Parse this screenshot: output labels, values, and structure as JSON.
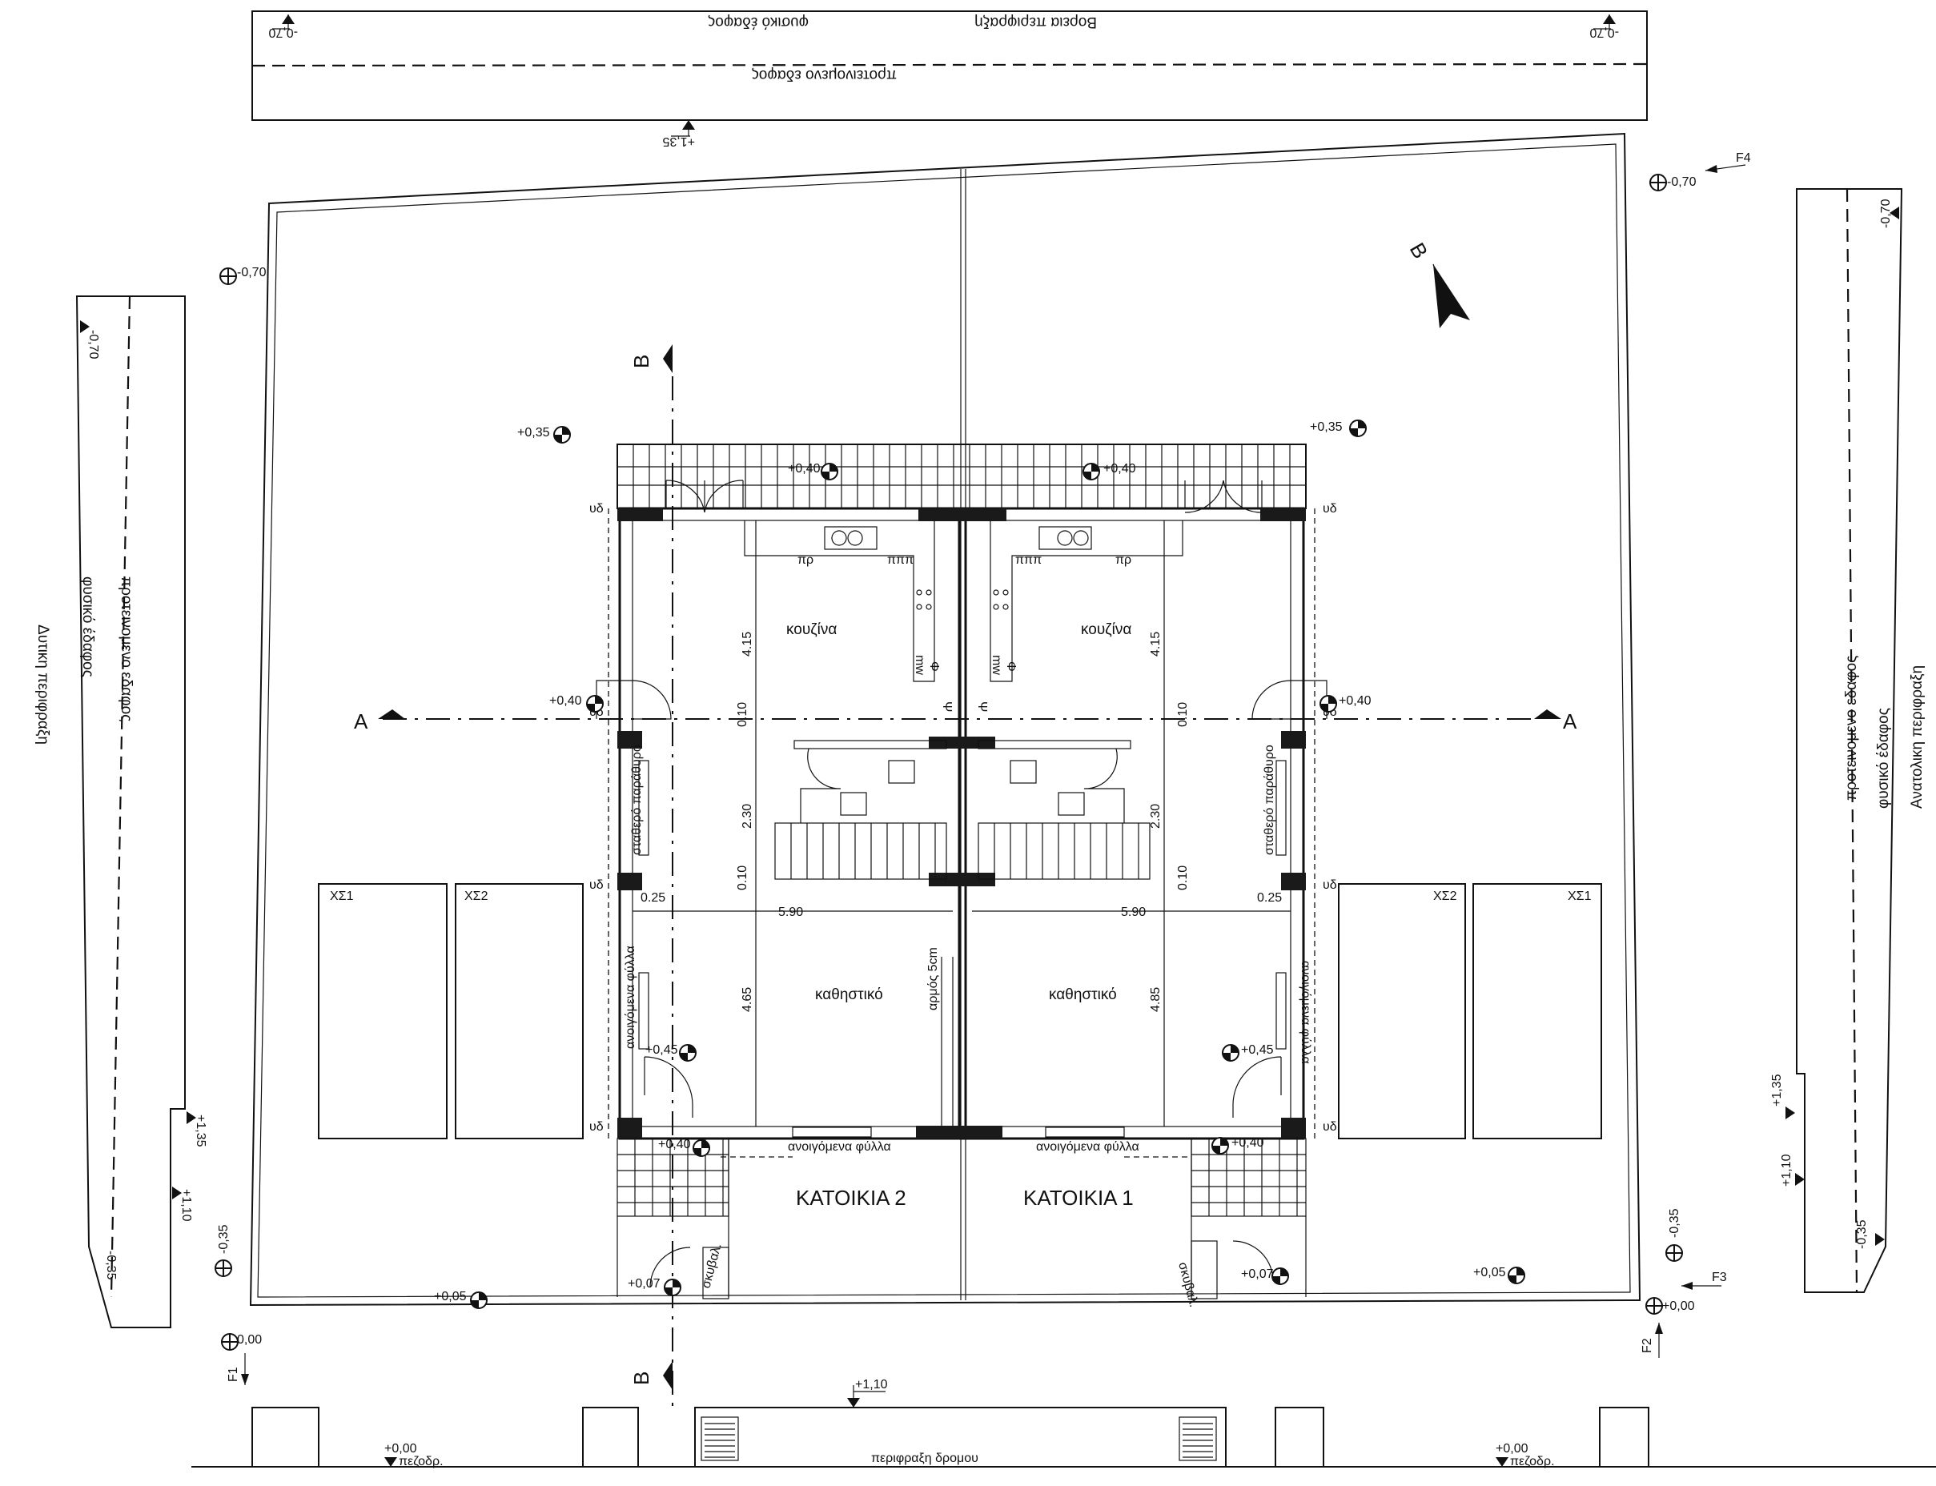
{
  "north_elevation": {
    "title": "Βορεια περιφραξη",
    "natural_ground": "φυσικό έδαφος",
    "proposed_ground": "προτεινομενο εδαφος",
    "level_left": "-0,70",
    "level_right": "-0,70",
    "level_bottom": "+1,35"
  },
  "west_elevation": {
    "title": "Δυτικη περιφραξη",
    "natural_ground": "φυσικό έδαφος",
    "proposed_ground": "προτεινομενο εδαφος",
    "level_top": "-0,70",
    "level_step_high": "+1,35",
    "level_step_low": "+1,10",
    "level_bottom": "-0,35"
  },
  "east_elevation": {
    "title": "Ανατολικη περιφραξη",
    "natural_ground": "φυσικό έδαφος",
    "proposed_ground": "προτεινομενο εδαφος",
    "level_top": "-0,70",
    "level_step_high": "+1,35",
    "level_step_low": "+1,10",
    "level_bottom": "-0,35"
  },
  "road_fence": {
    "title": "περιφραξη δρομου",
    "level_top": "+1,10",
    "sidewalk_left_level": "+0,00",
    "sidewalk_left_label": "πεζοδρ.",
    "sidewalk_right_level": "+0,00",
    "sidewalk_right_label": "πεζοδρ."
  },
  "site": {
    "north_label": "B",
    "section_a": "A",
    "section_b": "B",
    "photo_points": [
      "F1",
      "F2",
      "F3",
      "F4"
    ],
    "spot_levels": [
      "-0,70",
      "+0,35",
      "+0,40",
      "+0,40",
      "+0,35",
      "-0,70",
      "+0,40",
      "+0,40",
      "+0,45",
      "+0,45",
      "+0,40",
      "+0,40",
      "+0,07",
      "+0,07",
      "+0,05",
      "+0,05",
      "-0,35",
      "-0,35",
      "0,00",
      "+0,00"
    ],
    "parking": [
      "ΧΣ1",
      "ΧΣ2",
      "ΧΣ2",
      "ΧΣ1"
    ],
    "drain_label": "υδ"
  },
  "houses": [
    {
      "name": "ΚΑΤΟΙΚΙΑ 2",
      "kitchen": "κουζίνα",
      "living": "καθηστικό",
      "fixed_window": "σταθερό παράθυρο",
      "opening_leaves_side": "ανοιγόμενα φύλλα",
      "opening_leaves_front": "ανοιγόμενα φύλλα",
      "bin": "σκυβαλ.",
      "fridge": "πρ",
      "dishwasher": "πππ",
      "microwave": "mw",
      "oven": "Φ",
      "sink_mark": "Ψ",
      "dim_kitchen": "4.15",
      "dim_wall_top": "0.10",
      "dim_stair": "2.30",
      "dim_wall_bottom": "0.10",
      "dim_living": "4.65",
      "dim_width": "5.90",
      "dim_wall": "0.25"
    },
    {
      "name": "ΚΑΤΟΙΚΙΑ 1",
      "kitchen": "κουζίνα",
      "living": "καθηστικό",
      "fixed_window": "σταθερό παράθυρο",
      "opening_leaves_side": "ανοιγόμενα φύλλα",
      "opening_leaves_front": "ανοιγόμενα φύλλα",
      "bin": "σκυβαλ.",
      "fridge": "πρ",
      "dishwasher": "πππ",
      "microwave": "mw",
      "oven": "Φ",
      "sink_mark": "Ψ",
      "dim_kitchen": "4.15",
      "dim_wall_top": "0.10",
      "dim_stair": "2.30",
      "dim_wall_bottom": "0.10",
      "dim_living": "4.85",
      "dim_width": "5.90",
      "dim_wall": "0.25"
    }
  ],
  "joint_label": "αρμός 5cm"
}
